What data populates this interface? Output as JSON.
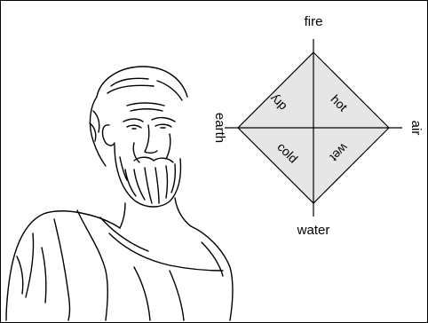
{
  "diagram": {
    "poles": {
      "top": "fire",
      "right": "air",
      "bottom": "water",
      "left": "earth"
    },
    "qualities": {
      "top_left": "dry",
      "top_right": "hot",
      "bottom_left": "cold",
      "bottom_right": "wet"
    },
    "fill_color": "#e6e6e6",
    "line_color": "#000000"
  },
  "portrait": {
    "icon": "bearded-philosopher-sketch"
  }
}
